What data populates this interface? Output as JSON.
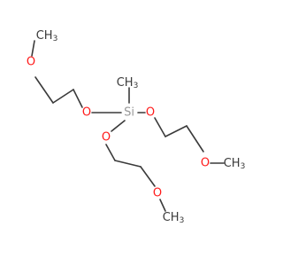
{
  "molecule": {
    "atoms": [
      {
        "id": "si",
        "element": "Si",
        "label": "Si",
        "color": "#999999"
      },
      {
        "id": "me",
        "element": "C",
        "label": "CH",
        "sub": "3",
        "color": "#3a3a3a"
      },
      {
        "id": "o1",
        "element": "O",
        "label": "O",
        "color": "#ff1a1a"
      },
      {
        "id": "o2",
        "element": "O",
        "label": "O",
        "color": "#ff1a1a"
      },
      {
        "id": "o3",
        "element": "O",
        "label": "O",
        "color": "#ff1a1a"
      },
      {
        "id": "oL",
        "element": "O",
        "label": "O",
        "color": "#ff1a1a"
      },
      {
        "id": "meL",
        "element": "C",
        "label": "CH",
        "sub": "3",
        "color": "#3a3a3a"
      },
      {
        "id": "oR",
        "element": "O",
        "label": "O",
        "color": "#ff1a1a"
      },
      {
        "id": "meR",
        "element": "C",
        "label": "CH",
        "sub": "3",
        "color": "#3a3a3a"
      },
      {
        "id": "oB",
        "element": "O",
        "label": "O",
        "color": "#ff1a1a"
      },
      {
        "id": "meB",
        "element": "C",
        "label": "CH",
        "sub": "3",
        "color": "#3a3a3a"
      }
    ]
  }
}
